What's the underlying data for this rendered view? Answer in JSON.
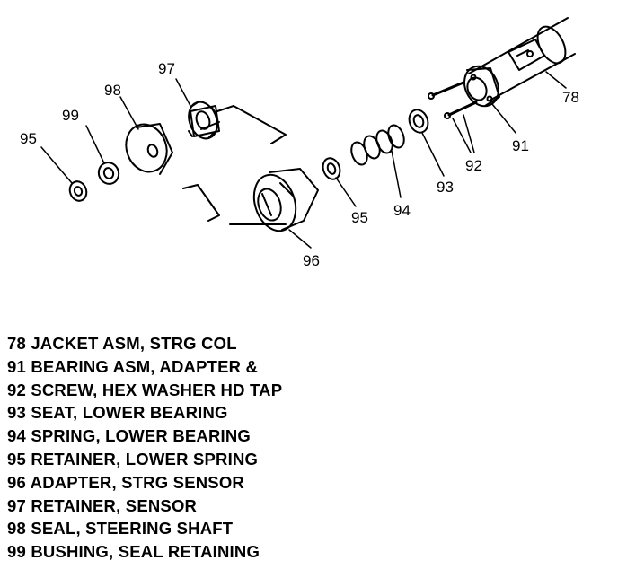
{
  "callouts": {
    "c78": "78",
    "c91": "91",
    "c92": "92",
    "c93": "93",
    "c94": "94",
    "c95a": "95",
    "c95b": "95",
    "c96": "96",
    "c97": "97",
    "c98": "98",
    "c99": "99"
  },
  "legend": [
    "78 JACKET ASM, STRG COL",
    "91 BEARING ASM, ADAPTER &",
    "92 SCREW, HEX WASHER HD TAP",
    "93 SEAT, LOWER BEARING",
    "94 SPRING, LOWER BEARING",
    "95 RETAINER, LOWER SPRING",
    "96 ADAPTER, STRG SENSOR",
    "97 RETAINER, SENSOR",
    "98 SEAL, STEERING SHAFT",
    "99 BUSHING, SEAL RETAINING"
  ]
}
